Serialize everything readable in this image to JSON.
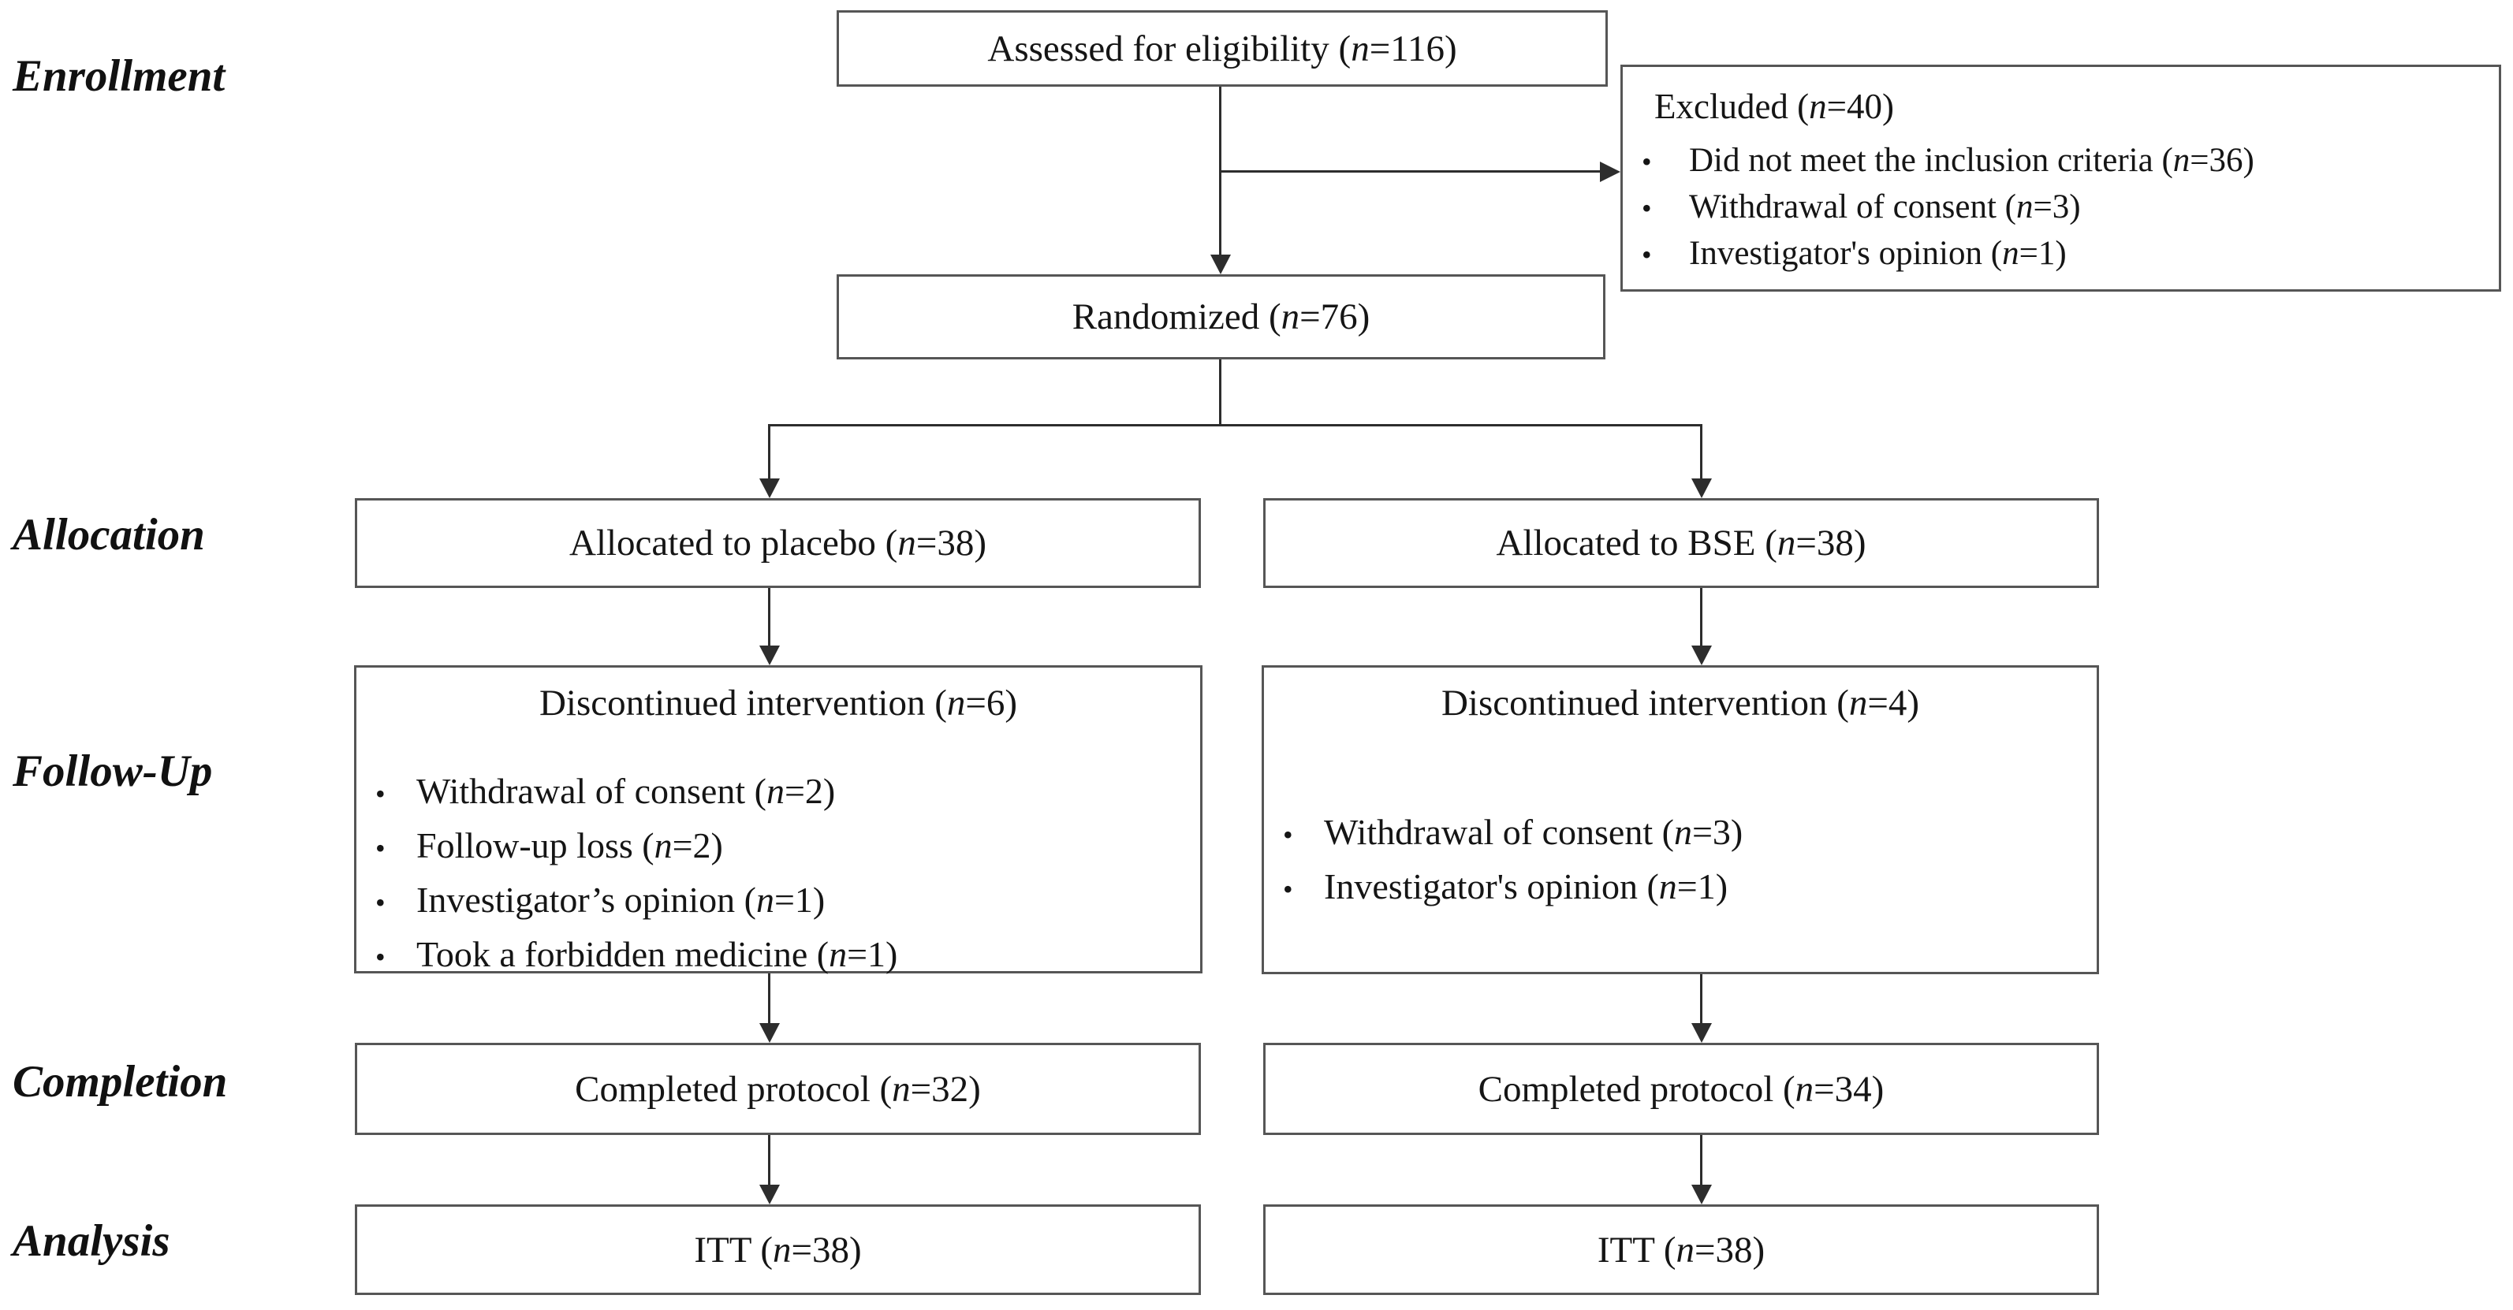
{
  "stages": {
    "enrollment": "Enrollment",
    "allocation": "Allocation",
    "followup": "Follow-Up",
    "completion": "Completion",
    "analysis": "Analysis"
  },
  "boxes": {
    "assessed": {
      "text": "Assessed for eligibility (n=116)"
    },
    "excluded": {
      "title": "Excluded (n=40)",
      "bullets": [
        "Did not meet the inclusion criteria (n=36)",
        "Withdrawal of consent (n=3)",
        "Investigator's opinion (n=1)"
      ]
    },
    "randomized": {
      "text": "Randomized (n=76)"
    },
    "allocation_placebo": {
      "text": "Allocated to placebo (n=38)"
    },
    "allocation_bse": {
      "text": "Allocated to BSE (n=38)"
    },
    "followup_placebo": {
      "title": "Discontinued intervention (n=6)",
      "bullets": [
        "Withdrawal of consent (n=2)",
        "Follow-up loss (n=2)",
        "Investigator’s opinion (n=1)",
        "Took a forbidden medicine (n=1)"
      ]
    },
    "followup_bse": {
      "title": "Discontinued intervention (n=4)",
      "bullets": [
        "Withdrawal of consent (n=3)",
        "Investigator's opinion (n=1)"
      ]
    },
    "completion_placebo": {
      "text": "Completed protocol (n=32)"
    },
    "completion_bse": {
      "text": "Completed protocol (n=34)"
    },
    "analysis_placebo": {
      "text": "ITT (n=38)"
    },
    "analysis_bse": {
      "text": "ITT (n=38)"
    }
  },
  "glyphs": {
    "bullet": "•"
  }
}
